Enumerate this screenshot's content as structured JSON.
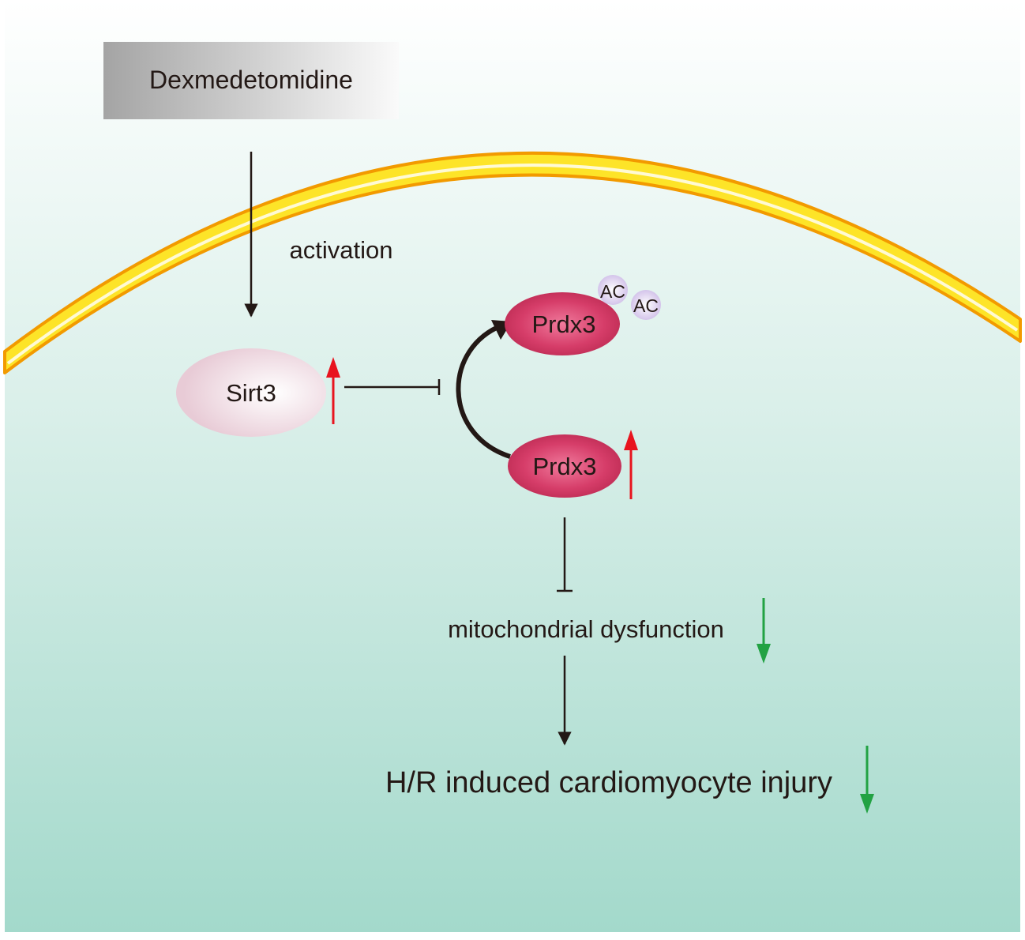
{
  "drug": {
    "label": "Dexmedetomidine"
  },
  "activation_label": "activation",
  "sirt3": {
    "label": "Sirt3"
  },
  "prdx3_acetylated": {
    "label": "Prdx3",
    "acetyl_tags": [
      "AC",
      "AC"
    ]
  },
  "prdx3": {
    "label": "Prdx3"
  },
  "mito": {
    "label": "mitochondrial dysfunction"
  },
  "injury": {
    "label": "H/R induced cardiomyocyte injury"
  },
  "colors": {
    "membrane_outer": "#f29a00",
    "membrane_inner": "#fde428",
    "cytoplasm_top": "#ffffff",
    "cytoplasm_bottom": "#a3d9cb",
    "prdx3": "#d23c66",
    "sirt3": "#ecd3dc",
    "acetyl": "#d6c7ec",
    "up_arrow": "#e8141e",
    "down_arrow": "#22a243",
    "line": "#231815"
  }
}
